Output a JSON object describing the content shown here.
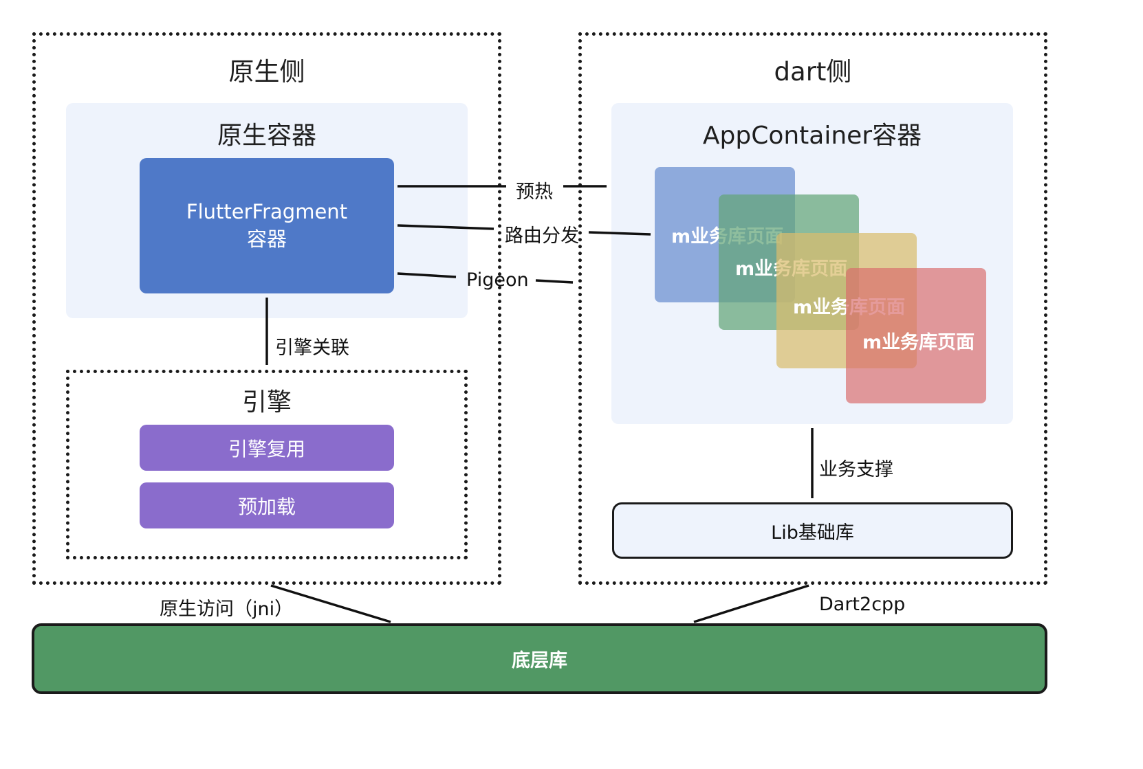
{
  "native_side": {
    "title": "原生侧",
    "container": {
      "title": "原生容器",
      "fragment_line1": "FlutterFragment",
      "fragment_line2": "容器"
    },
    "engine_link_label": "引擎关联",
    "engine": {
      "title": "引擎",
      "reuse": "引擎复用",
      "preload": "预加载"
    }
  },
  "dart_side": {
    "title": "dart侧",
    "container": {
      "title": "AppContainer容器",
      "pages": [
        "m业务库页面",
        "m业务库页面",
        "m业务库页面",
        "m业务库页面"
      ]
    },
    "support_label": "业务支撑",
    "lib": "Lib基础库"
  },
  "connections": {
    "preheat": "预热",
    "routing": "路由分发",
    "pigeon": "Pigeon"
  },
  "bottom": {
    "label": "底层库",
    "native_access": "原生访问（jni）",
    "dart2cpp": "Dart2cpp"
  },
  "colors": {
    "flutter_box": "#4f79c8",
    "engine_items": "#8a6ccc",
    "bottom_lib": "#519864",
    "page_blue": "#6e91d2",
    "page_green": "#6aa67c",
    "page_yellow": "#d9bc6e",
    "page_red": "#d96c6c"
  }
}
